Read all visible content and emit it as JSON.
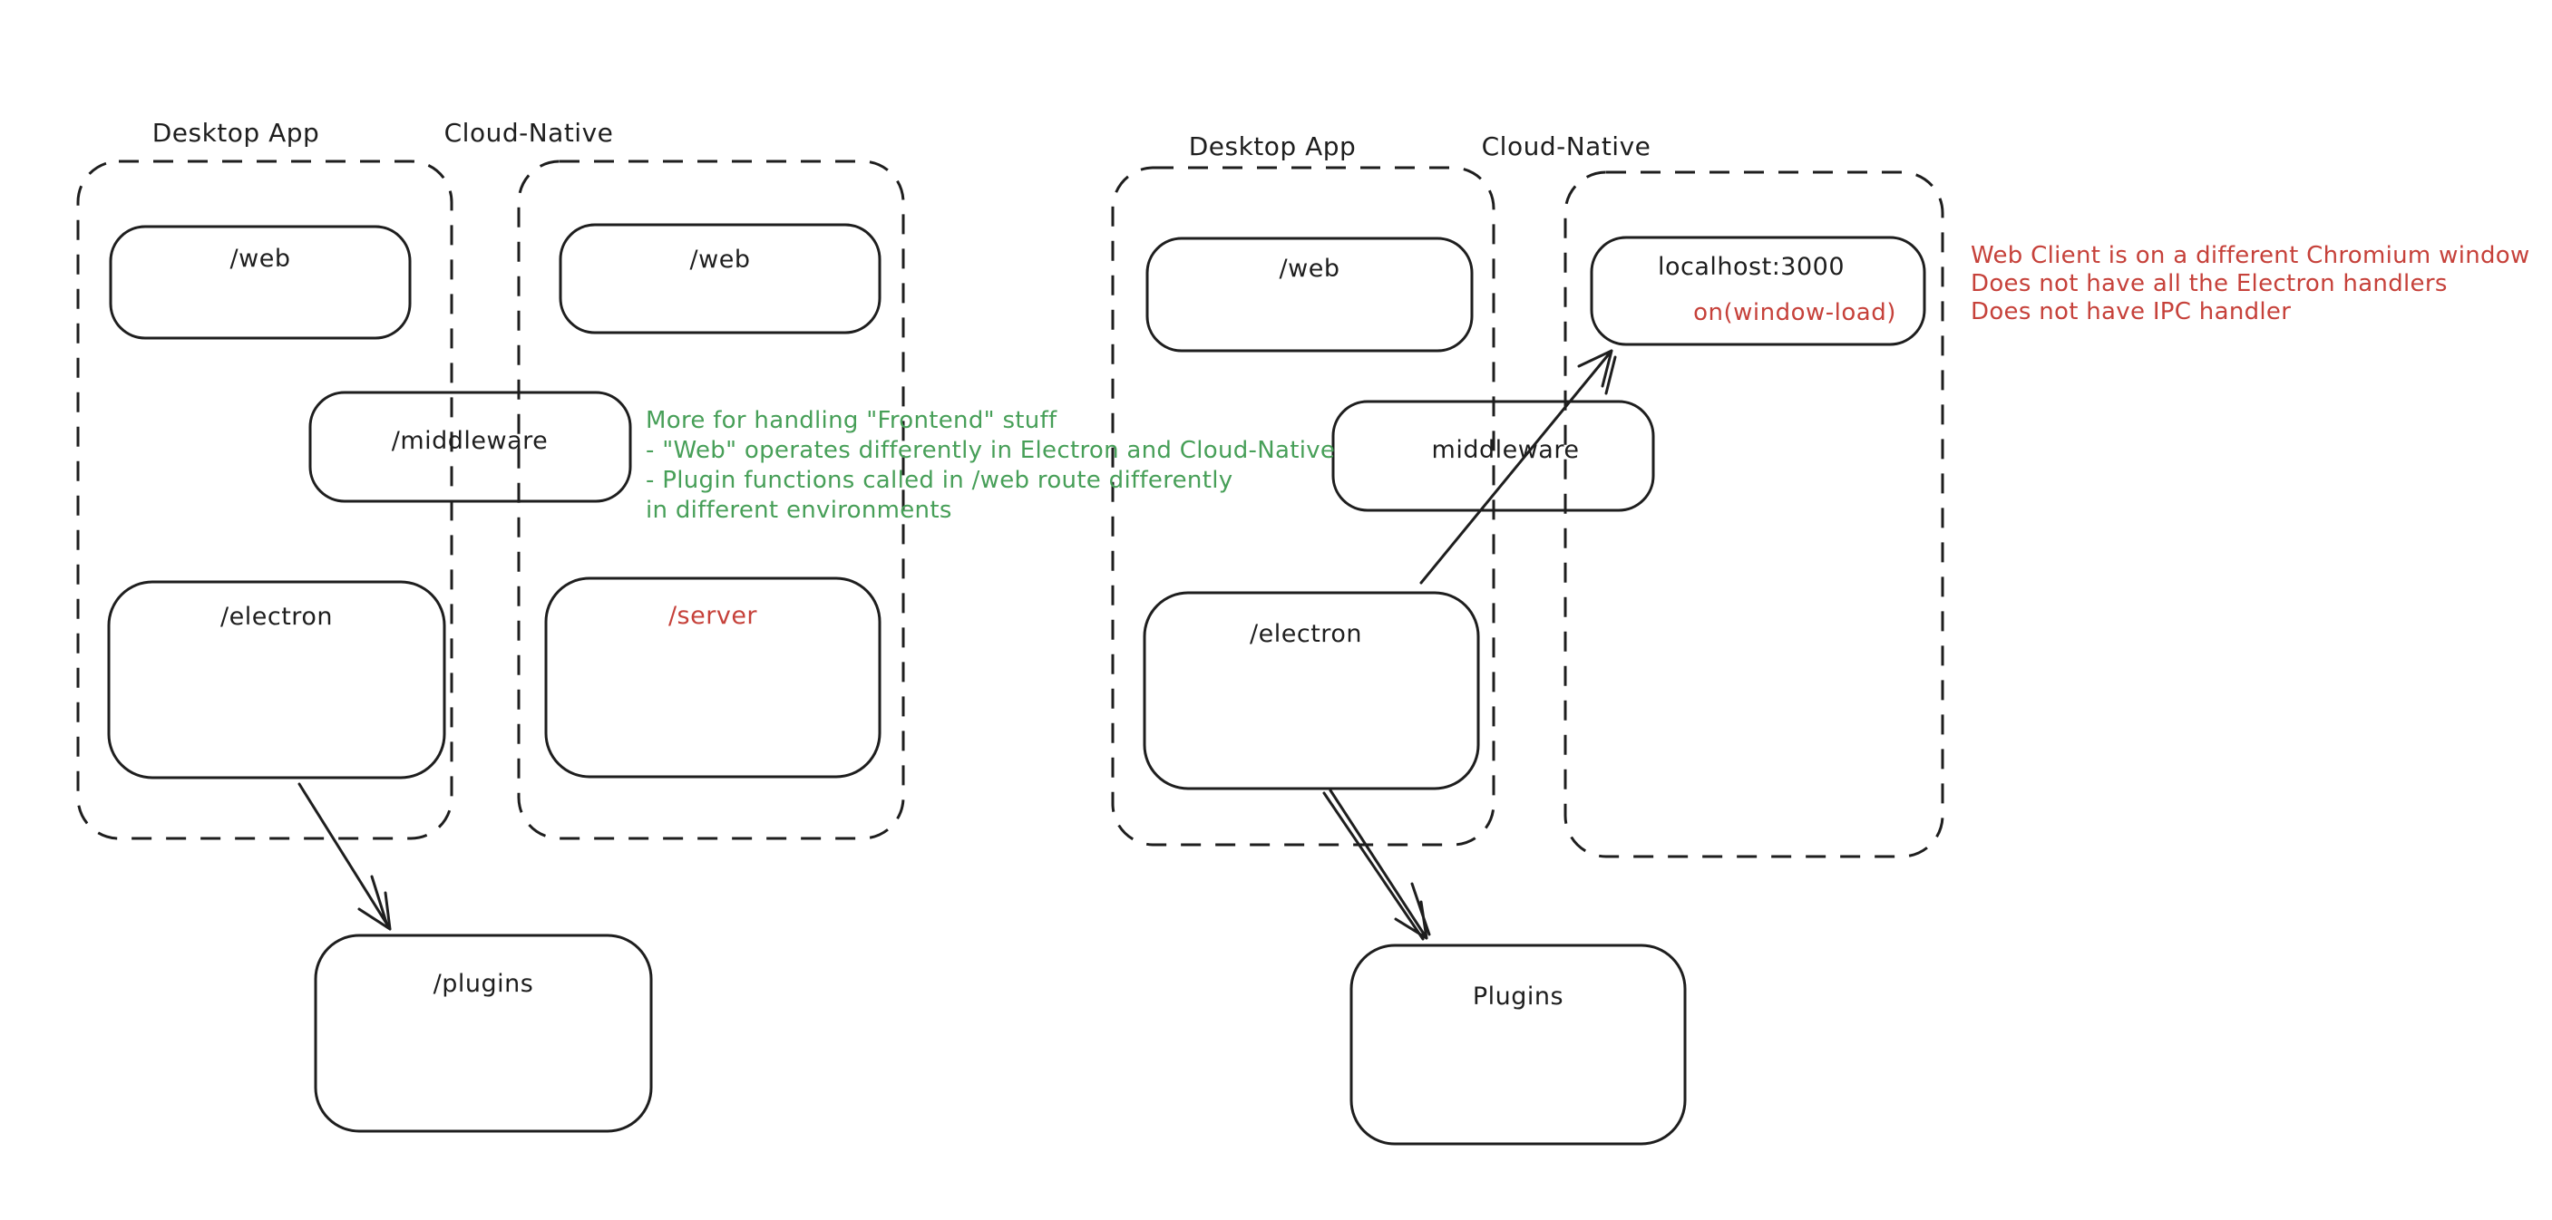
{
  "canvas": {
    "background": "#ffffff",
    "ink_color": "#1e1e1e",
    "green_color": "#479f58",
    "red_color": "#c6413a"
  },
  "left_diagram": {
    "desktop_container_label": "Desktop App",
    "cloud_container_label": "Cloud-Native",
    "boxes": {
      "web_desktop": "/web",
      "web_cloud": "/web",
      "middleware": "/middleware",
      "electron": "/electron",
      "server": "/server",
      "plugins": "/plugins"
    }
  },
  "right_diagram": {
    "desktop_container_label": "Desktop App",
    "cloud_container_label": "Cloud-Native",
    "boxes": {
      "web": "/web",
      "localhost": "localhost:3000",
      "window_load": "on(window-load)",
      "middleware": "middleware",
      "electron": "/electron",
      "plugins": "Plugins"
    }
  },
  "annotations": {
    "green_note": {
      "lines": [
        "More for handling \"Frontend\" stuff",
        "- \"Web\" operates differently in Electron and Cloud-Native",
        "- Plugin functions called in /web route differently",
        "in different environments"
      ]
    },
    "red_note": {
      "lines": [
        "Web Client is on a different Chromium window",
        "Does not have all the Electron handlers",
        "Does not have IPC handler"
      ]
    }
  }
}
